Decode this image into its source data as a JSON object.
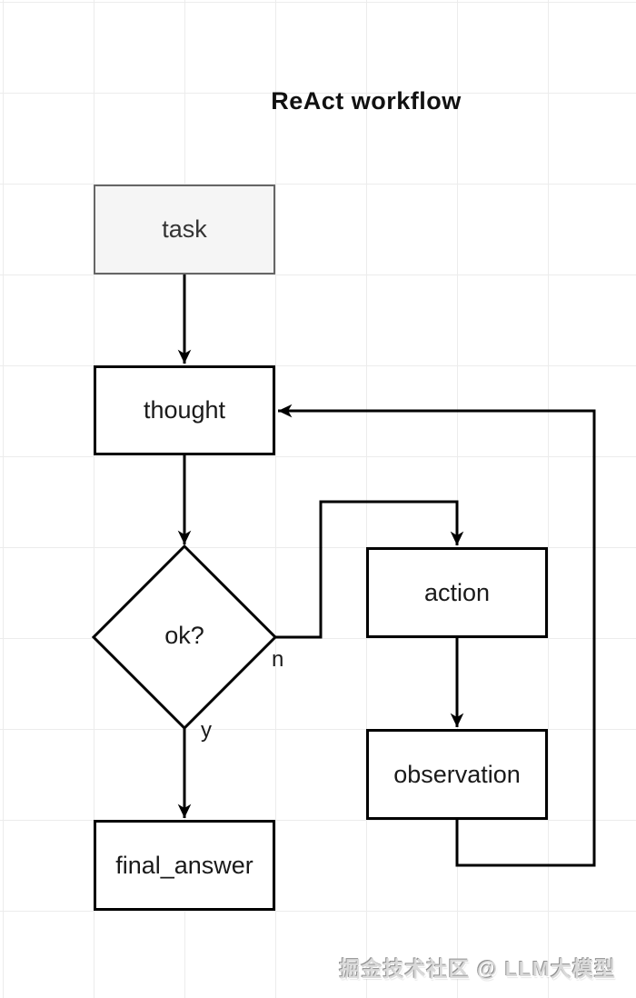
{
  "title": "ReAct workflow",
  "nodes": {
    "task": {
      "label": "task"
    },
    "thought": {
      "label": "thought"
    },
    "decision": {
      "label": "ok?"
    },
    "action": {
      "label": "action"
    },
    "observation": {
      "label": "observation"
    },
    "final_answer": {
      "label": "final_answer"
    }
  },
  "edges": [
    {
      "from": "task",
      "to": "thought",
      "label": ""
    },
    {
      "from": "thought",
      "to": "decision",
      "label": ""
    },
    {
      "from": "decision",
      "to": "action",
      "label": "n"
    },
    {
      "from": "action",
      "to": "observation",
      "label": ""
    },
    {
      "from": "observation",
      "to": "thought",
      "label": ""
    },
    {
      "from": "decision",
      "to": "final_answer",
      "label": "y"
    }
  ],
  "watermark": "掘金技术社区 @ LLM大模型",
  "colors": {
    "background": "#ffffff",
    "grid_line": "#ececec",
    "node_border": "#000000",
    "task_border": "#666666",
    "task_fill": "#f5f5f5",
    "edge": "#000000",
    "title_text": "#111111",
    "watermark_gray": "#8f8f8f"
  }
}
